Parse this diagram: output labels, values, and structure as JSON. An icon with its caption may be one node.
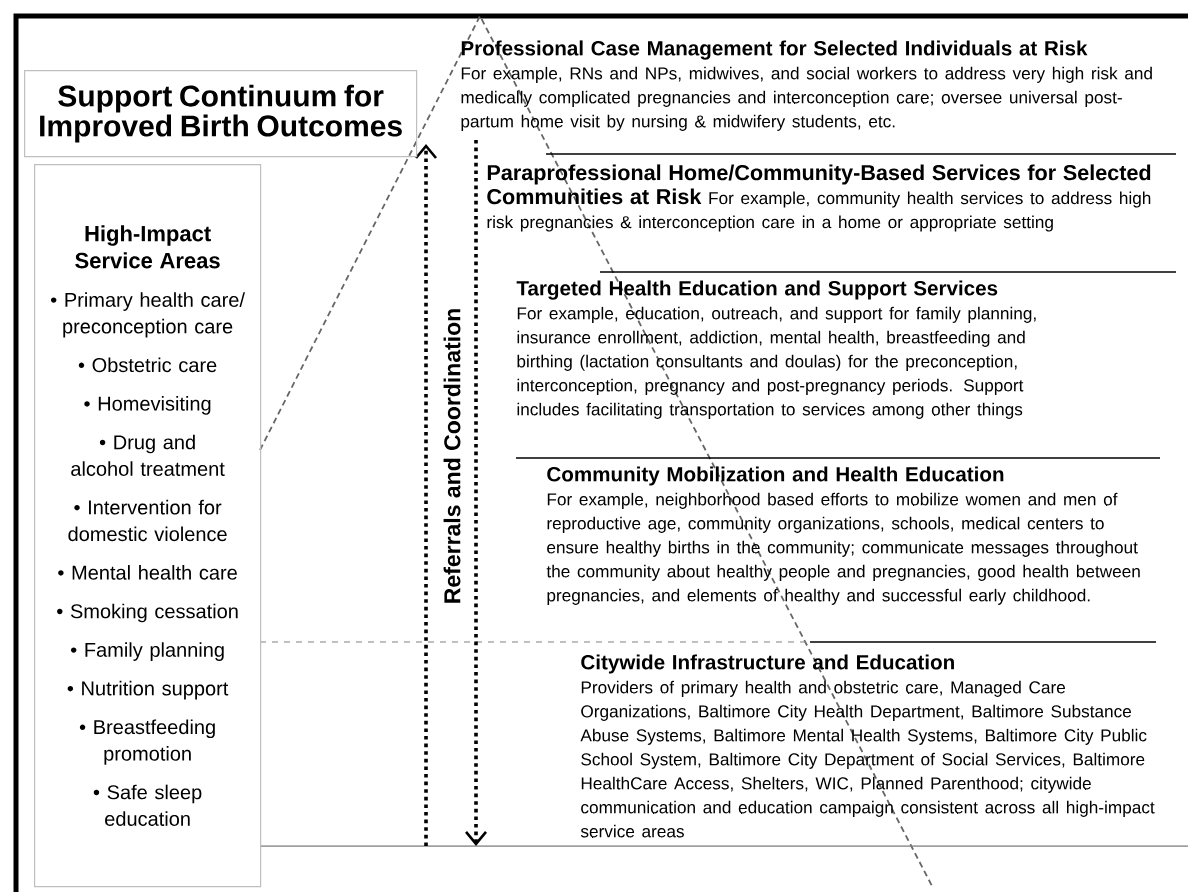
{
  "diagram": {
    "nodes": [
      {
        "text": [
          "Support Continuum for Improved Birth Outcomes"
        ]
      },
      {
        "text": [
          "High-Impact Service Areas",
          "• Primary health care/ preconception care",
          "• Obstetric care",
          "• Homevisiting",
          "• Drug and alcohol treatment",
          "• Intervention for domestic violence",
          "• Mental health care",
          "• Smoking cessation",
          "• Family planning",
          "• Nutrition support",
          "• Breastfeeding promotion",
          "• Safe sleep education"
        ]
      },
      {
        "text": [
          "Professional Case Management for Selected Individuals at Risk",
          "For example, RNs and NPs, midwives, and social workers to address very high risk and medically complicated pregnancies and interconception care; oversee universal post-partum home visit by nursing & midwifery students, etc."
        ]
      },
      {
        "text": [
          "**Paraprofessional Home/Community-Based Services for Selected Communities at Risk** For example, community health services to address high risk pregnancies & interconception care in a home or appropriate setting"
        ]
      },
      {
        "text": [
          "Targeted Health Education and Support Services",
          "For example, education, outreach, and support  for family planning, insurance enrollment, addiction, mental health, breastfeeding and birthing (lactation consultants and doulas) for the preconception, interconception, pregnancy and post-pregnancy periods.  Support includes facilitating transportation to services among other things"
        ]
      },
      {
        "text": [
          "Community Mobilization and Health Education",
          "For example, neighborhood based efforts to mobilize women and men of reproductive age, community organizations, schools, medical centers to ensure healthy births in the community; communicate messages throughout the community about healthy people and pregnancies, good health between pregnancies, and elements of healthy and successful early childhood."
        ]
      },
      {
        "text": [
          "Citywide Infrastructure and Education",
          "Providers of primary health and obstetric care, Managed Care Organizations, Baltimore City Health Department, Baltimore Substance Abuse Systems, Baltimore Mental Health Systems, Baltimore City Public School System, Baltimore City Department of Social Services, Baltimore HealthCare Access, Shelters, WIC, Planned Parenthood; citywide communication and education campaign consistent across all high-impact service areas"
        ]
      }
    ],
    "labels": [
      "Referrals and Coordination"
    ]
  }
}
